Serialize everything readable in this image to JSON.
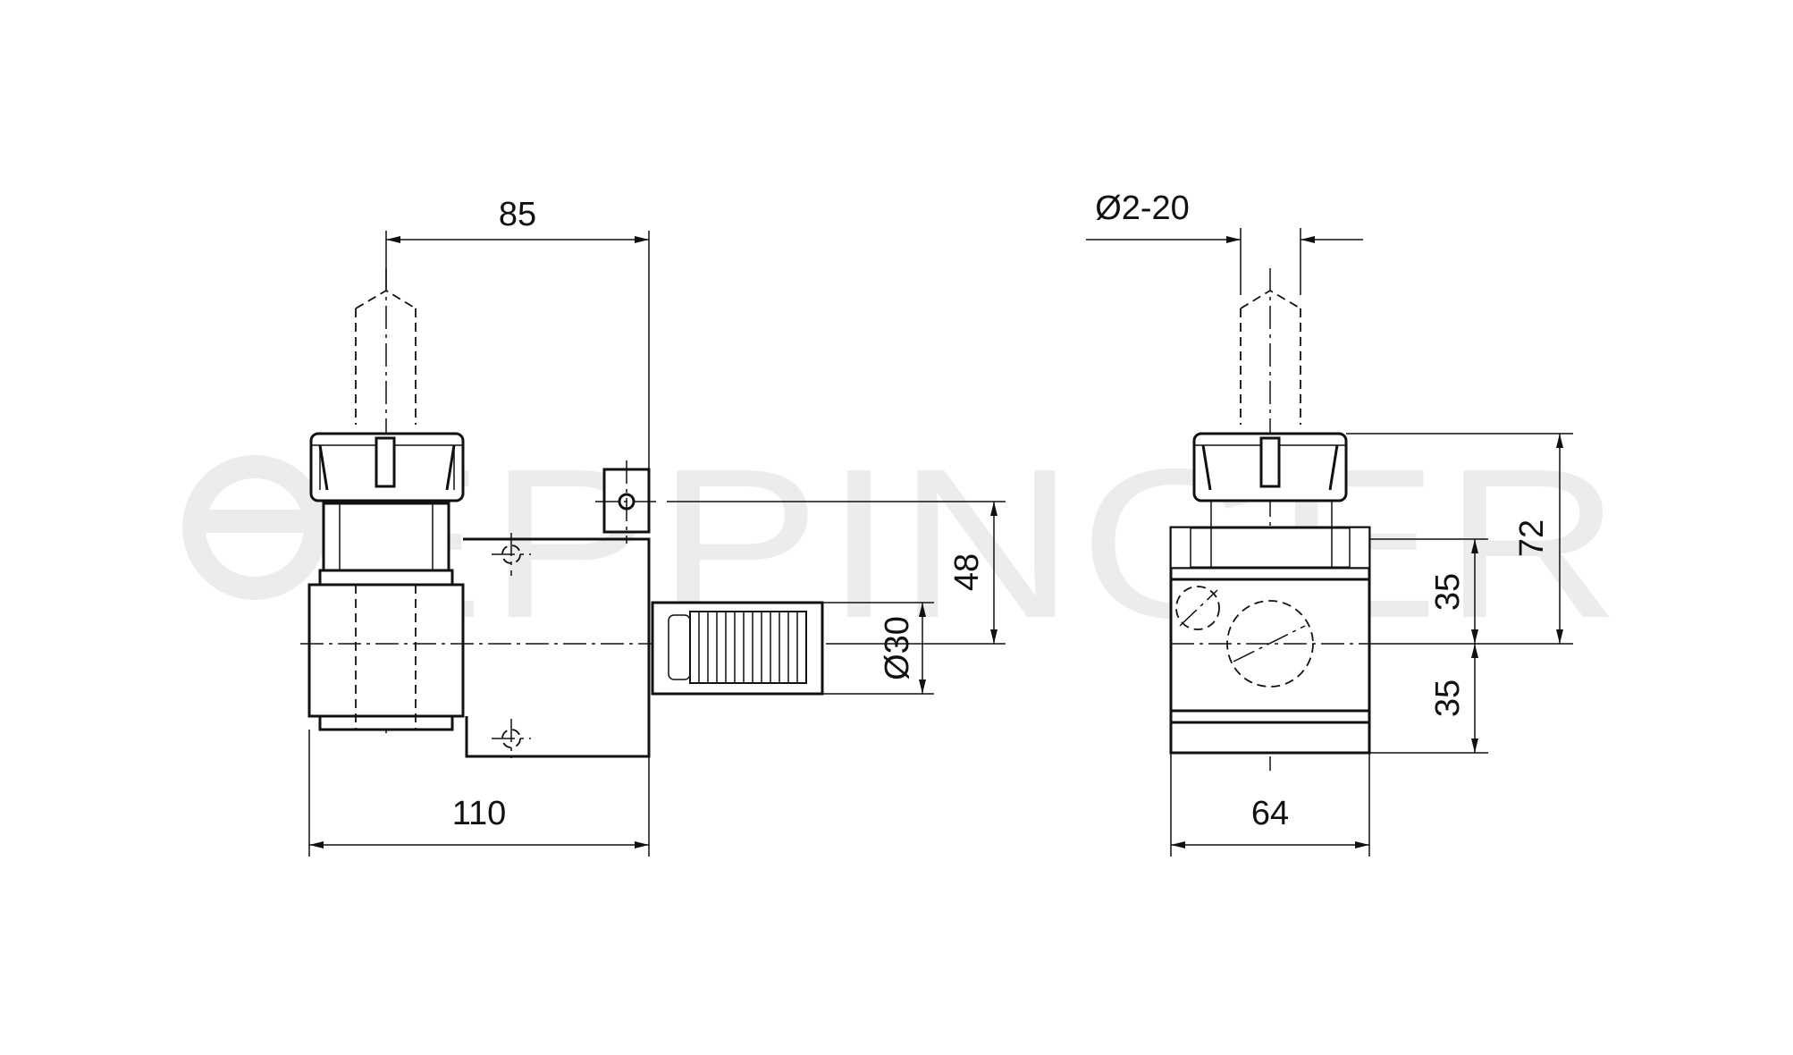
{
  "watermark": {
    "text": "EPPINGER"
  },
  "side_view": {
    "dim_width_top": "85",
    "dim_height_right": "48",
    "dim_shank_diameter": "Ø30",
    "dim_width_bottom": "110"
  },
  "front_view": {
    "dim_collet_range": "Ø2-20",
    "dim_height_total": "72",
    "dim_height_upper": "35",
    "dim_height_lower": "35",
    "dim_width_bottom": "64"
  },
  "colors": {
    "line": "#111111",
    "watermark": "#ececec",
    "background": "#ffffff"
  }
}
